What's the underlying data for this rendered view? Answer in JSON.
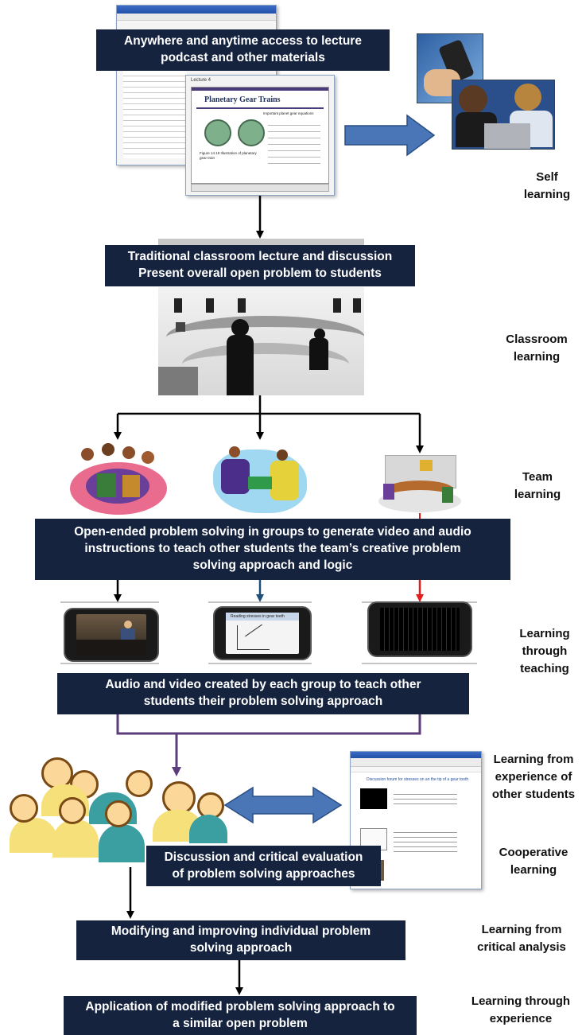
{
  "boxes": {
    "access": [
      "Anywhere and anytime access to lecture",
      "podcast and other materials"
    ],
    "lecture": [
      "Traditional classroom lecture and discussion",
      "Present overall open problem to students"
    ],
    "openended": [
      "Open-ended problem solving in groups to generate video and audio",
      "instructions to teach other students the team’s creative problem",
      "solving approach and logic"
    ],
    "audio": [
      "Audio and video created by each group to teach other",
      "students their problem solving approach"
    ],
    "discussion": [
      "Discussion and critical evaluation",
      "of problem solving approaches"
    ],
    "modifying": [
      "Modifying and improving individual problem",
      "solving approach"
    ],
    "application": [
      "Application of modified problem solving approach to",
      "a similar open problem"
    ]
  },
  "labels": {
    "self": [
      "Self",
      "learning"
    ],
    "classroom": [
      "Classroom",
      "learning"
    ],
    "team": [
      "Team",
      "learning"
    ],
    "teaching": [
      "Learning",
      "through",
      "teaching"
    ],
    "experience_others": [
      "Learning from",
      "experience of",
      "other students"
    ],
    "cooperative": [
      "Cooperative",
      "learning"
    ],
    "critical": [
      "Learning from",
      "critical analysis"
    ],
    "through_experience": [
      "Learning through",
      "experience"
    ]
  },
  "slide": {
    "header": "Lecture 4",
    "title": "Planetary Gear Trains",
    "subtitle": "Important planet gear equations",
    "caption": "Figure 14.19 Illustration of planetary gear train"
  },
  "video2_title": "Reading stresses in gear teeth",
  "forum_title": "Discussion forum for stresses on an the tip of a gear tooth",
  "colors": {
    "box": "#15233f",
    "arrow_blue": "#4a76b8",
    "arrow_red": "#e31b1b",
    "arrow_purple": "#5a3d7a",
    "arrow_navy": "#1f4e79"
  },
  "icons": [
    "arrow-right-icon",
    "double-arrow-icon",
    "people-crowd-icon",
    "phone-video-icon"
  ]
}
